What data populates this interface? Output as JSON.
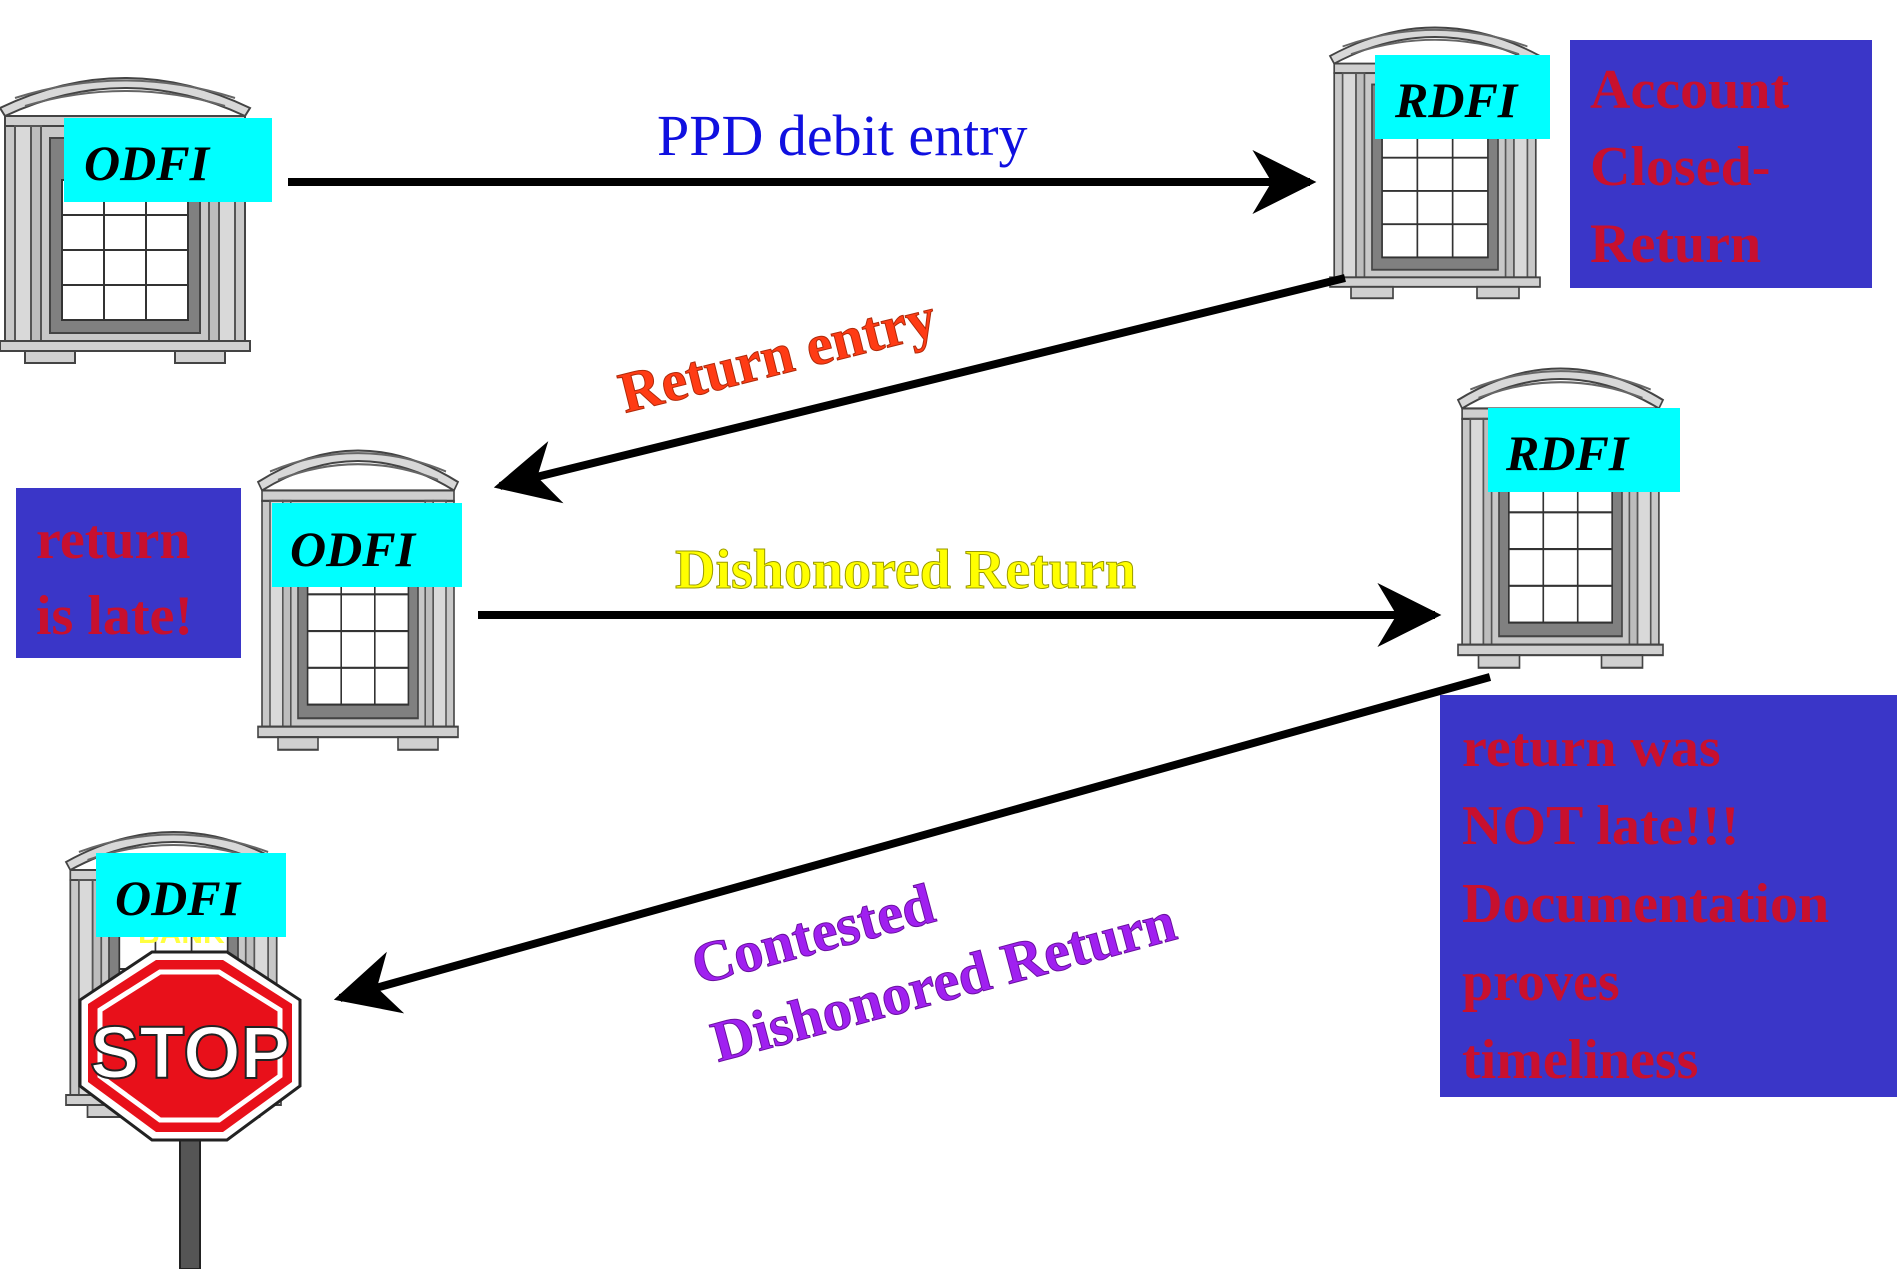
{
  "banks": {
    "odfi_1": {
      "label": "ODFI"
    },
    "rdfi_1": {
      "label": "RDFI"
    },
    "odfi_2": {
      "label": "ODFI"
    },
    "rdfi_2": {
      "label": "RDFI"
    },
    "odfi_3": {
      "label": "ODFI",
      "sign_label": "BANK",
      "stop_label": "STOP"
    }
  },
  "arrows": {
    "ppd_debit": {
      "label": "PPD debit entry",
      "color": "#1010e0"
    },
    "return_entry": {
      "label": "Return entry",
      "color": "#ff3b14"
    },
    "dishonored_return": {
      "label": "Dishonored Return",
      "color": "#ffff00"
    },
    "contested": {
      "label_line1": "Contested",
      "label_line2": "Dishonored Return",
      "color": "#a020f0"
    }
  },
  "notes": {
    "account_closed": {
      "lines": [
        "Account",
        "Closed-",
        "Return"
      ]
    },
    "return_late": {
      "lines": [
        "return",
        "is late!"
      ]
    },
    "not_late": {
      "lines": [
        "return was",
        "NOT late!!!",
        "Documentation",
        "proves",
        "timeliness"
      ]
    }
  },
  "colors": {
    "note_bg": "#3a36c8",
    "note_text": "#c8102e",
    "label_bg": "#00ffff",
    "stop_red": "#e8101a",
    "building_gray": "#c8c8c8"
  }
}
